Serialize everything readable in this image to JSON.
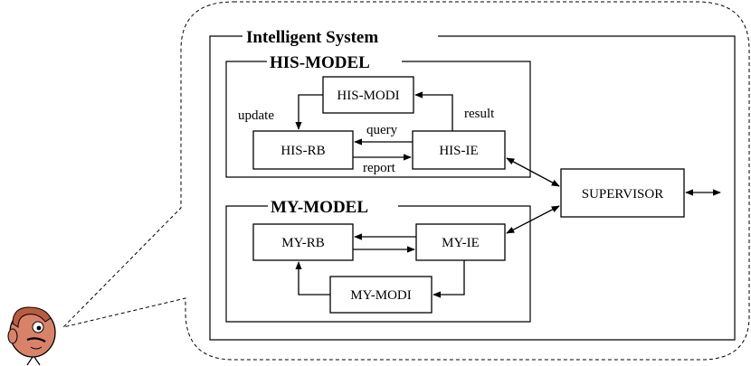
{
  "system": {
    "title": "Intelligent System"
  },
  "his_model": {
    "title": "HIS-MODEL",
    "modi": "HIS-MODI",
    "rb": "HIS-RB",
    "ie": "HIS-IE",
    "labels": {
      "update": "update",
      "result": "result",
      "query": "query",
      "report": "report"
    }
  },
  "my_model": {
    "title": "MY-MODEL",
    "rb": "MY-RB",
    "ie": "MY-IE",
    "modi": "MY-MODI"
  },
  "supervisor": {
    "label": "SUPERVISOR"
  },
  "icons": {
    "user": "user-face-icon"
  }
}
